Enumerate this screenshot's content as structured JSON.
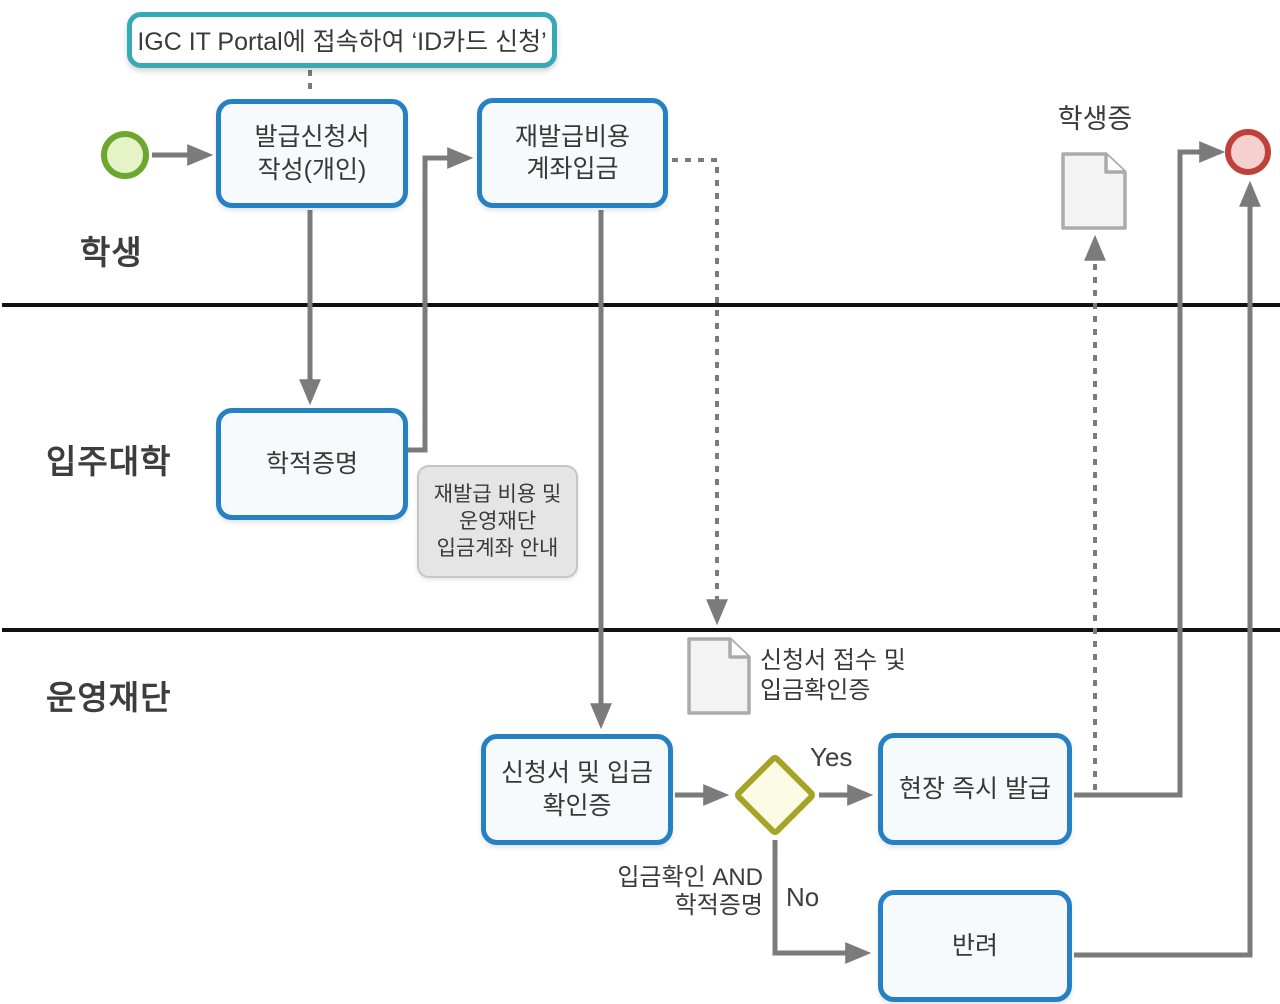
{
  "annotation": {
    "text": "IGC IT Portal에 접속하여 ‘ID카드 신청’"
  },
  "lanes": [
    {
      "label": "학생"
    },
    {
      "label": "입주대학"
    },
    {
      "label": "운영재단"
    }
  ],
  "nodes": {
    "apply": "발급신청서\n작성(개인)",
    "deposit": "재발급비용\n계좌입금",
    "enrollment": "학적증명",
    "receipt": "신청서 및 입금\n확인증",
    "issue": "현장 즉시 발급",
    "reject": "반려"
  },
  "note": "재발급 비용 및\n운영재단\n입금계좌 안내",
  "documents": {
    "student_card": "학생증",
    "application": "신청서 접수 및\n입금확인증"
  },
  "gateway": {
    "yes": "Yes",
    "no": "No",
    "condition": "입금확인 AND\n학적증명"
  },
  "colors": {
    "task_border_blue": "#2581c3",
    "task_fill": "#f6fafd",
    "annotation_teal": "#36a9b7",
    "start_green": "#6ca82f",
    "start_fill": "#e6f3c6",
    "end_red": "#bf413c",
    "end_fill": "#f5d0cd",
    "gateway_olive": "#a6a426",
    "gateway_fill": "#fbfbe6",
    "connector_gray": "#7b7b7b",
    "note_fill": "#e5e5e5",
    "lane_line": "#111111"
  }
}
